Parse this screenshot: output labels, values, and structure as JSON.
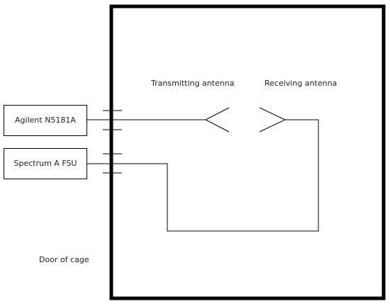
{
  "labels": {
    "transmitting_antenna": "Transmitting antenna",
    "receiving_antenna": "Receiving antenna",
    "signal_generator": "Agilent N5181A",
    "spectrum_analyzer": "Spectrum A FSU",
    "door": "Door of cage"
  },
  "colors": {
    "line": "#000000",
    "text": "#222222",
    "background": "#ffffff"
  }
}
